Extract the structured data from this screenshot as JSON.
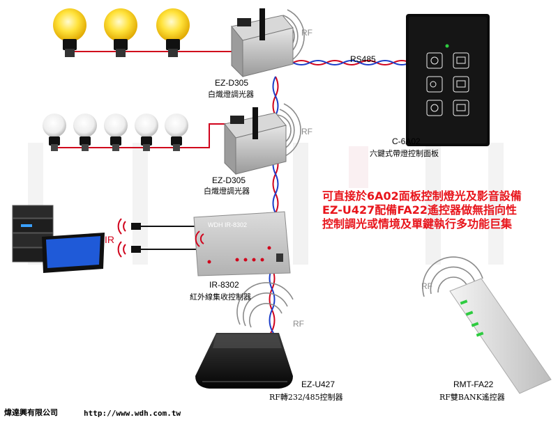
{
  "devices": {
    "dimmer1": {
      "model": "EZ-D305",
      "desc": "白熾燈調光器"
    },
    "dimmer2": {
      "model": "EZ-D305",
      "desc": "白熾燈調光器"
    },
    "panel": {
      "model": "C-6A02",
      "desc": "六鍵式帶燈控制面板"
    },
    "ir": {
      "model": "IR-8302",
      "desc": "紅外線集收控制器",
      "face_label": "WDH IR-8302"
    },
    "converter": {
      "model": "EZ-U427",
      "desc": "RF轉232/485控制器"
    },
    "remote": {
      "model": "RMT-FA22",
      "desc": "RF雙BANK遙控器"
    }
  },
  "links": {
    "rs485": "RS485",
    "rf": "RF",
    "ir": "IR"
  },
  "note": {
    "line1": "可直接於6A02面板控制燈光及影音設備",
    "line2": "EZ-U427配備FA22遙控器做無指向性",
    "line3": "控制調光或情境及單鍵執行多功能巨集"
  },
  "footer": {
    "company": "煒達興有限公司",
    "url": "http://www.wdh.com.tw"
  },
  "colors": {
    "note": "#e8141b",
    "wire_red": "#d0021b",
    "wire_blue": "#1a3cc8"
  }
}
